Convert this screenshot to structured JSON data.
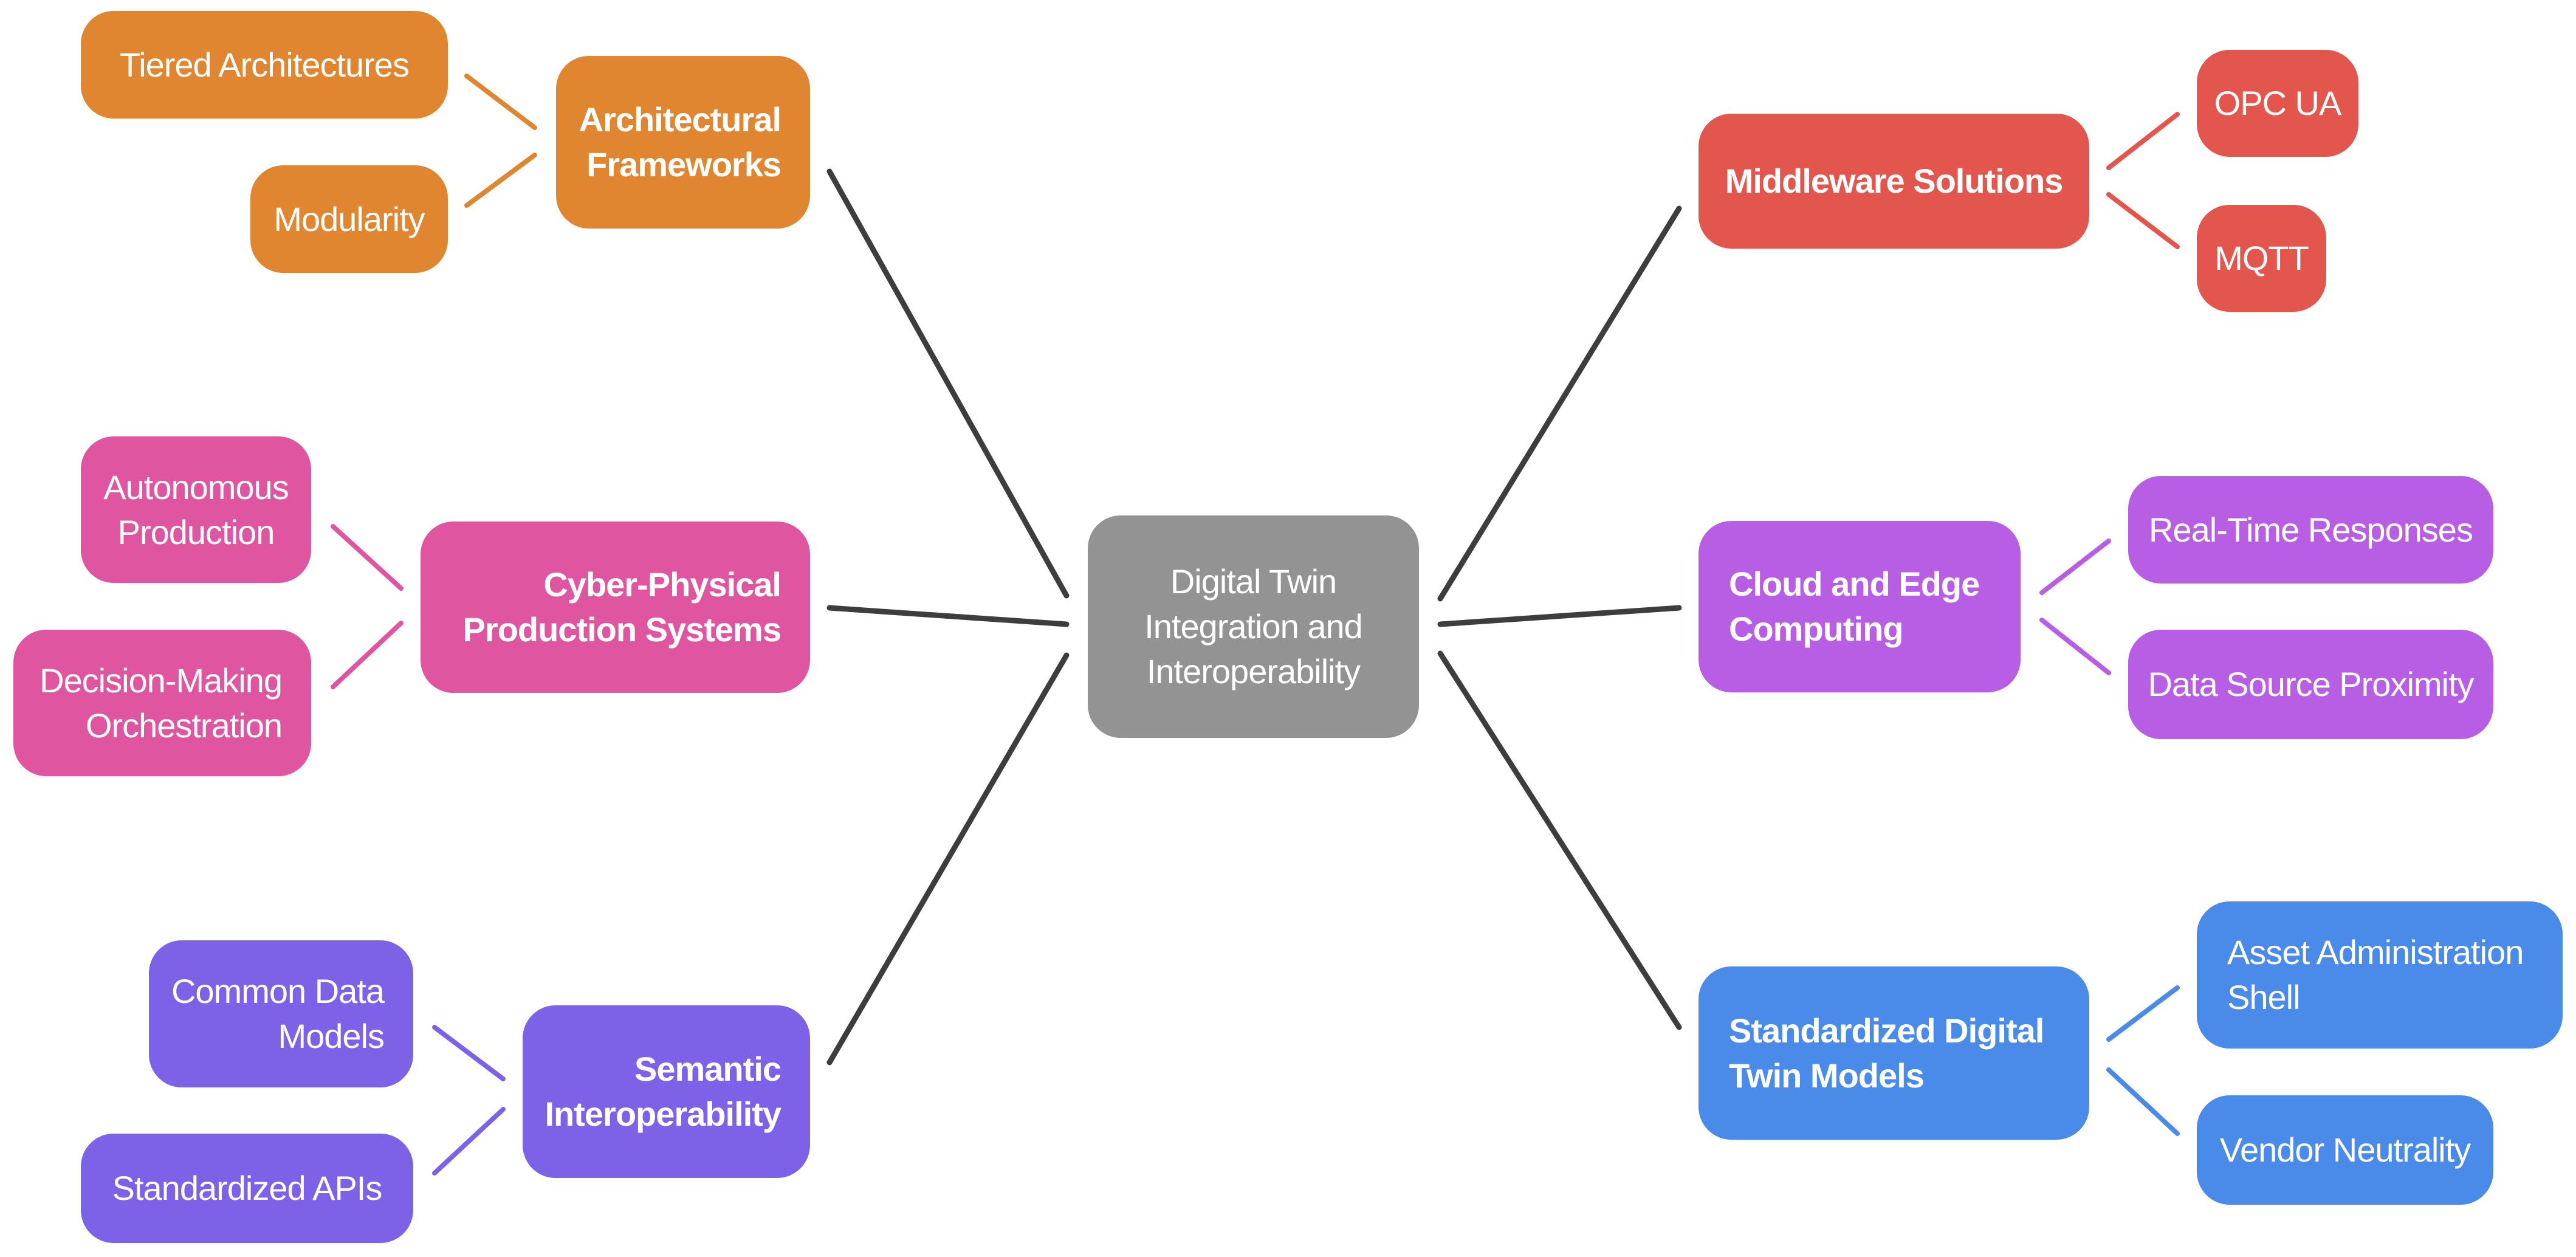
{
  "center": {
    "label": "Digital Twin\nIntegration and\nInteroperability",
    "color": "#939393"
  },
  "spoke_color": "#3d3d3d",
  "branches": [
    {
      "id": "architectural-frameworks",
      "label": "Architectural\nFrameworks",
      "color": "#e08530",
      "leaves": [
        "Tiered Architectures",
        "Modularity"
      ]
    },
    {
      "id": "cyber-physical-production-systems",
      "label": "Cyber-Physical\nProduction Systems",
      "color": "#e0559f",
      "leaves": [
        "Autonomous\nProduction",
        "Decision-Making\nOrchestration"
      ]
    },
    {
      "id": "semantic-interoperability",
      "label": "Semantic\nInteroperability",
      "color": "#7d62e8",
      "leaves": [
        "Common Data\nModels",
        "Standardized APIs"
      ]
    },
    {
      "id": "middleware-solutions",
      "label": "Middleware Solutions",
      "color": "#e3564e",
      "leaves": [
        "OPC UA",
        "MQTT"
      ]
    },
    {
      "id": "cloud-and-edge-computing",
      "label": "Cloud and Edge\nComputing",
      "color": "#b75ee5",
      "leaves": [
        "Real-Time Responses",
        "Data Source Proximity"
      ]
    },
    {
      "id": "standardized-digital-twin-models",
      "label": "Standardized Digital\nTwin Models",
      "color": "#4a8ae8",
      "leaves": [
        "Asset Administration\nShell",
        "Vendor Neutrality"
      ]
    }
  ]
}
